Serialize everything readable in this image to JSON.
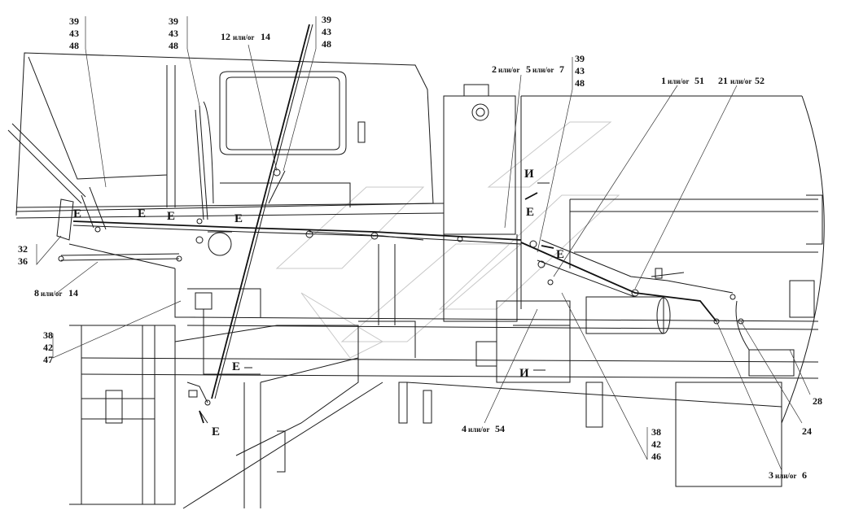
{
  "callouts": {
    "c_39_43_48_a": [
      "39",
      "43",
      "48"
    ],
    "c_39_43_48_b": [
      "39",
      "43",
      "48"
    ],
    "c_39_43_48_c": [
      "39",
      "43",
      "48"
    ],
    "c_39_43_48_d": [
      "39",
      "43",
      "48"
    ],
    "c_12_14": {
      "a": "12",
      "sep": "или/or",
      "b": "14"
    },
    "c_2_5_7": {
      "a": "2",
      "sep1": "или/or",
      "b": "5",
      "sep2": "или/or",
      "c": "7"
    },
    "c_1_51": {
      "a": "1",
      "sep": "или/or",
      "b": "51"
    },
    "c_21_52": {
      "a": "21",
      "sep": "или/or",
      "b": "52"
    },
    "c_32_36": [
      "32",
      "36"
    ],
    "c_8_14": {
      "a": "8",
      "sep": "или/or",
      "b": "14"
    },
    "c_38_42_47": [
      "38",
      "42",
      "47"
    ],
    "c_4_54": {
      "a": "4",
      "sep": "или/or",
      "b": "54"
    },
    "c_38_42_46": [
      "38",
      "42",
      "46"
    ],
    "c_3_6": {
      "a": "3",
      "sep": "или/or",
      "b": "6"
    },
    "c_24": "24",
    "c_28": "28"
  },
  "view_marks": {
    "E": "Е",
    "I": "И"
  }
}
